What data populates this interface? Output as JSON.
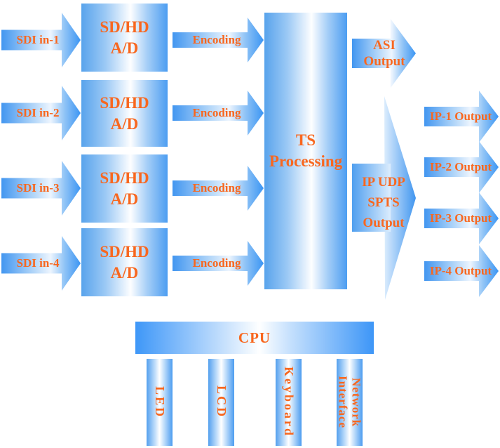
{
  "diagram": {
    "title_hint": "SDI encoder block diagram",
    "inputs": [
      "SDI in-1",
      "SDI in-2",
      "SDI in-3",
      "SDI in-4"
    ],
    "adc_label": "SD/HD\nA/D",
    "encoding_label": "Encoding",
    "ts_label": "TS\nProcessing",
    "asi_label": "ASI\nOutput",
    "ip_udp_label": "IP UDP\nSPTS\nOutput",
    "ip_outputs": [
      "IP-1 Output",
      "IP-2 Output",
      "IP-3 Output",
      "IP-4 Output"
    ],
    "cpu_label": "CPU",
    "peripherals": [
      "LED",
      "LCD",
      "Keyboard",
      "Network Interface"
    ],
    "colors": {
      "accent_blue": "#3E96F3",
      "edge_blue": "#4C9DF1",
      "light_blue": "#D9EBFD",
      "text_orange": "#F8671F",
      "background": "#FFFFFF"
    }
  }
}
